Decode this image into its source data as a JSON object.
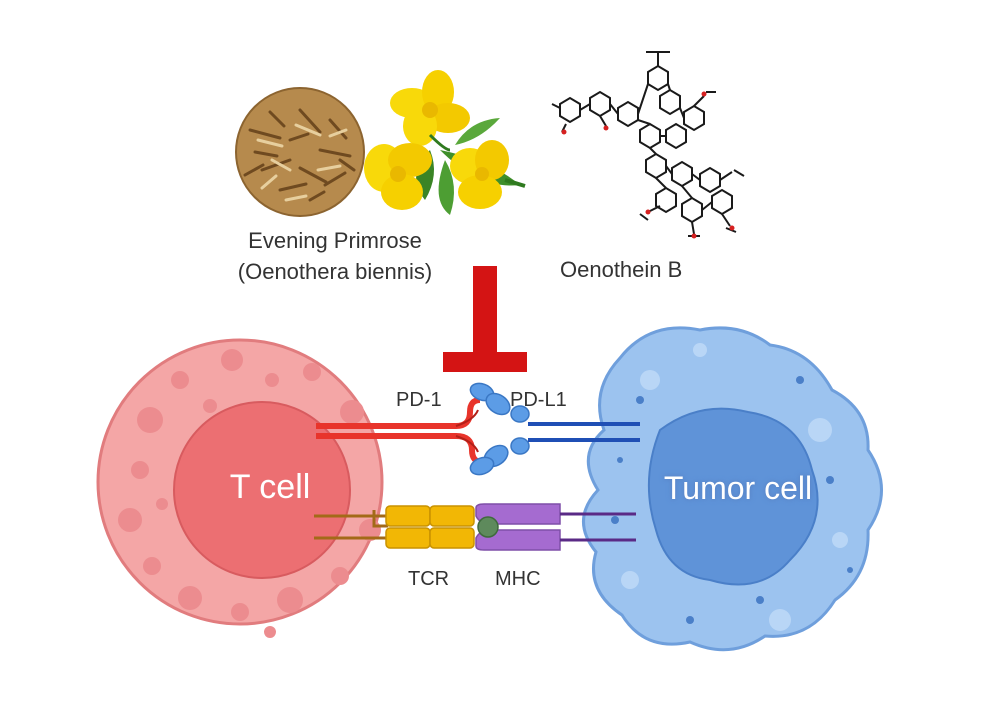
{
  "plant": {
    "name": "Evening Primrose",
    "latin": "(Oenothera biennis)"
  },
  "compound": {
    "name": "Oenothein B"
  },
  "cells": {
    "t_cell": "T cell",
    "tumor_cell": "Tumor cell"
  },
  "receptors": {
    "pd1": "PD-1",
    "pdl1": "PD-L1",
    "tcr": "TCR",
    "mhc": "MHC"
  },
  "colors": {
    "t_cell_outer": "#f4a6a6",
    "t_cell_nucleus": "#ec6f72",
    "tumor_cell": "#9cc3ef",
    "tumor_nucleus": "#5f93d8",
    "inhibition_bar": "#d41414",
    "pd1": "#e8342b",
    "pdl1": "#1f4fb5",
    "antibody": "#5c9ce6",
    "tcr": "#f2b705",
    "mhc": "#a56bd0",
    "antigen": "#5e8a5c"
  }
}
